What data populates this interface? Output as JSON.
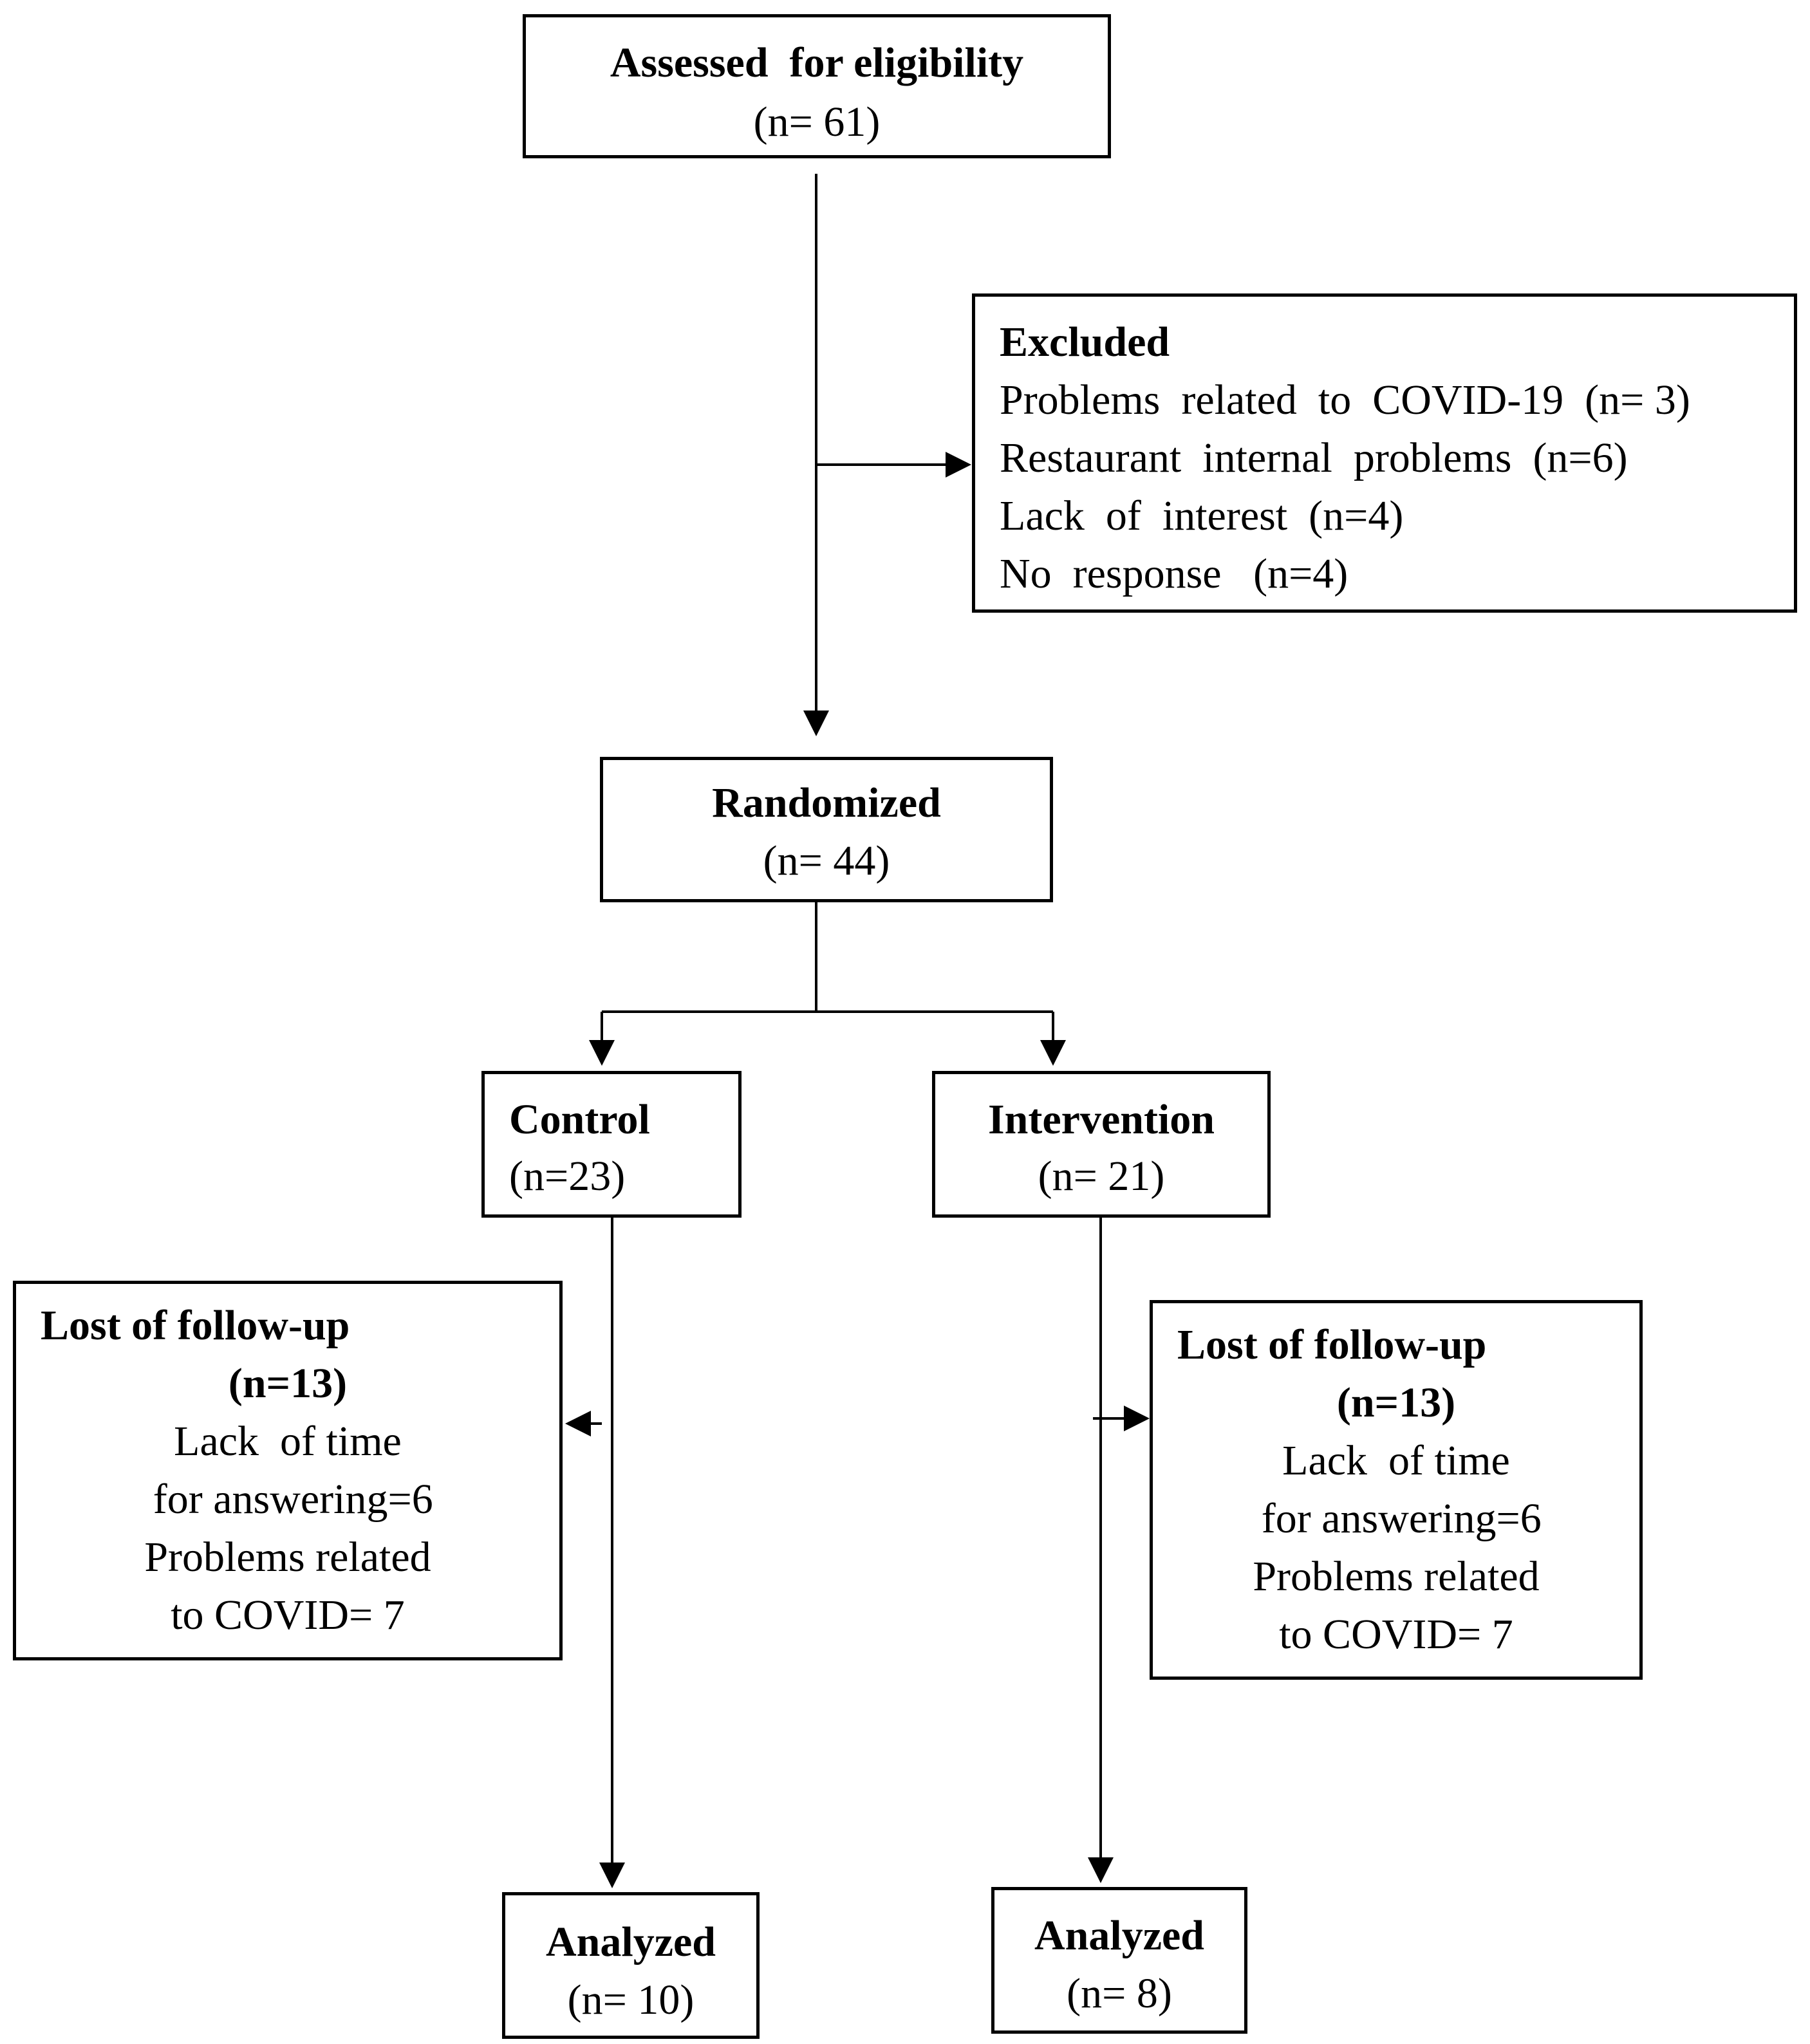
{
  "assessed": {
    "title": "Assessed  for eligibility",
    "count": "(n= 61)"
  },
  "excluded": {
    "title": "Excluded",
    "reasons": [
      "Problems  related  to  COVID-19  (n= 3)",
      "Restaurant  internal  problems  (n=6)",
      "Lack  of  interest  (n=4)",
      "No  response   (n=4)"
    ]
  },
  "randomized": {
    "title": "Randomized",
    "count": "(n= 44)"
  },
  "control": {
    "title": "Control",
    "count": "(n=23)"
  },
  "intervention": {
    "title": "Intervention",
    "count": "(n= 21)"
  },
  "lost_left": {
    "title": "Lost of follow-up",
    "count": "(n=13)",
    "lines": [
      "Lack  of time",
      " for answering=6",
      "Problems related",
      "to COVID= 7"
    ]
  },
  "lost_right": {
    "title": "Lost of follow-up",
    "count": "(n=13)",
    "lines": [
      "Lack  of time",
      " for answering=6",
      "Problems related",
      "to COVID= 7"
    ]
  },
  "analyzed_control": {
    "title": "Analyzed",
    "count": "(n= 10)"
  },
  "analyzed_intervention": {
    "title": "Analyzed",
    "count": "(n= 8)"
  }
}
